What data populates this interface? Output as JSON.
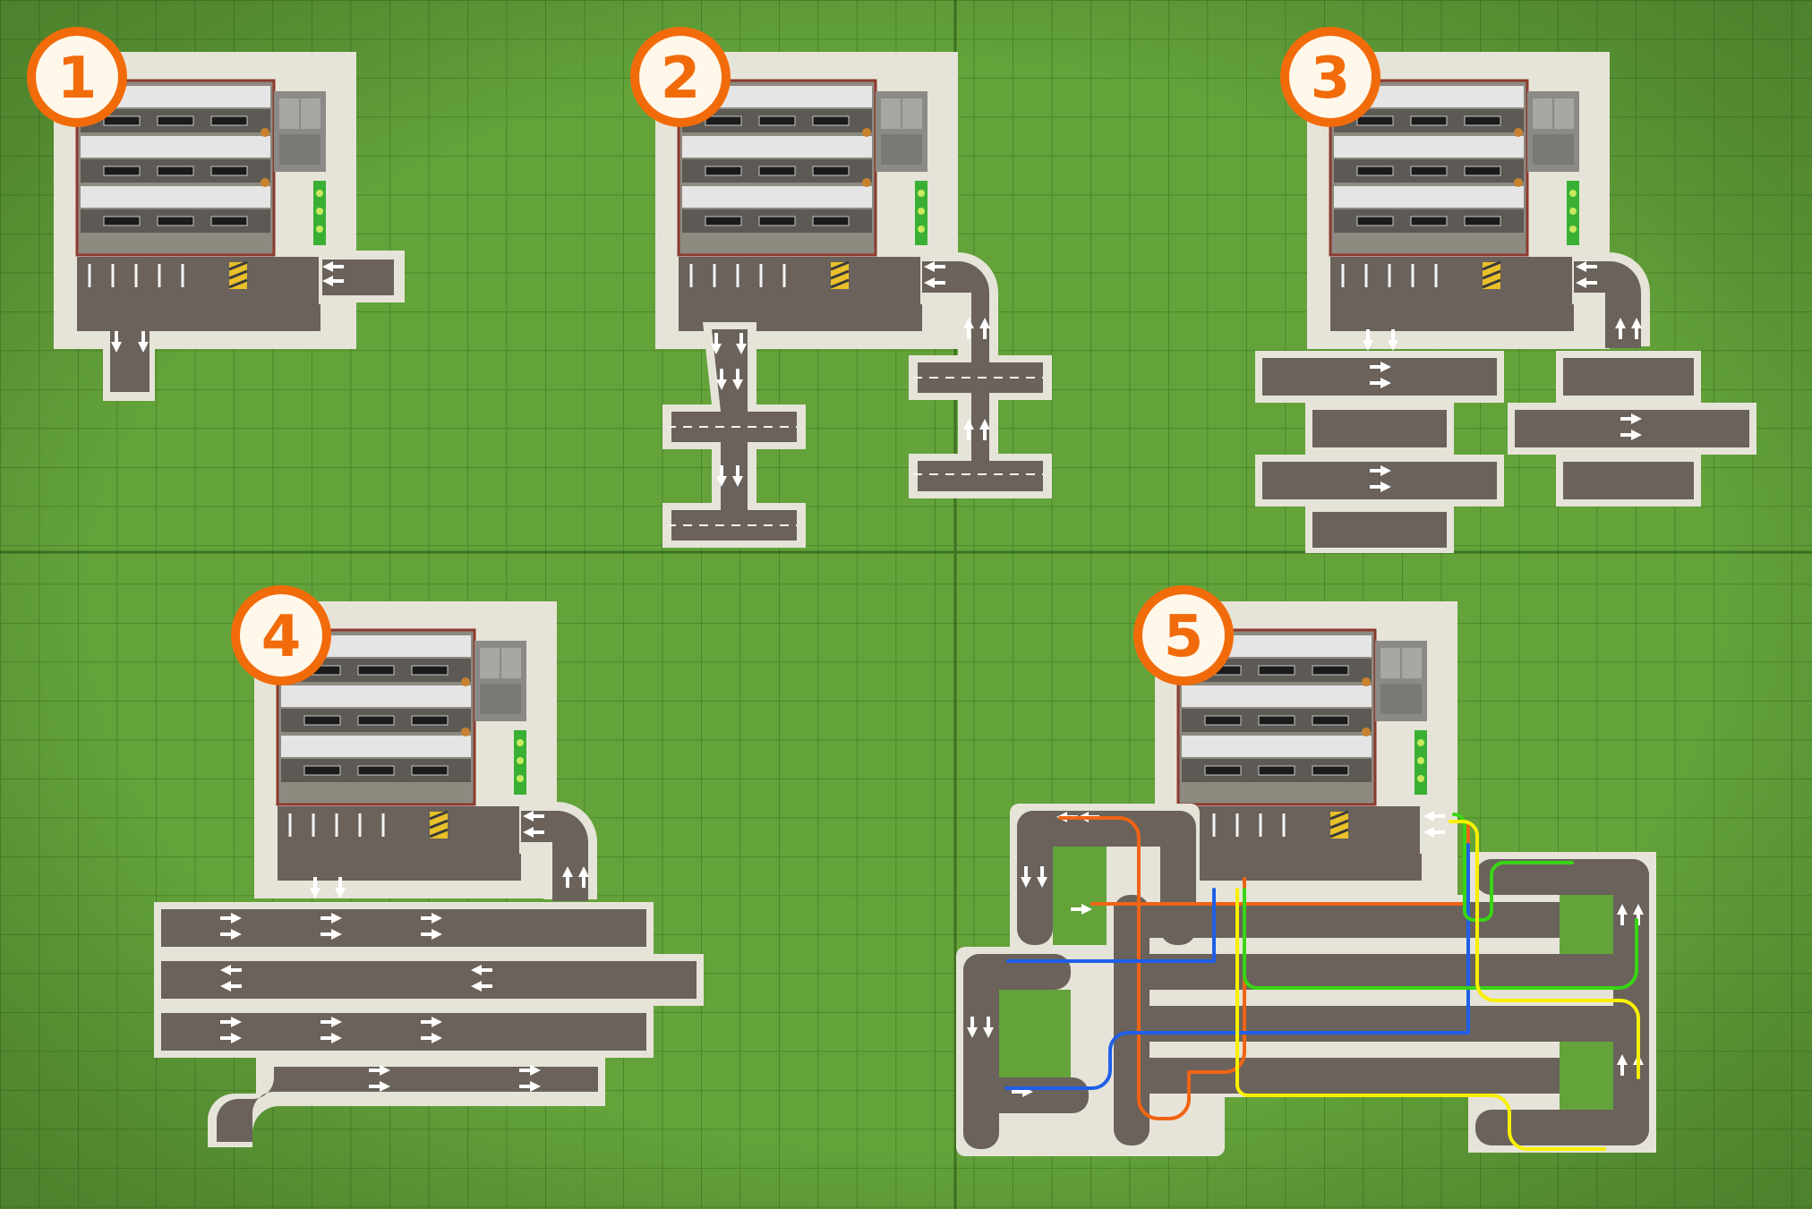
{
  "scene": {
    "title": "",
    "colors": {
      "grass": "#63a33a",
      "grass_dark": "#4f8c2c",
      "grid_line": "#3d7422",
      "grid_major": "#2f5e18",
      "pad": "#e6e4d8",
      "road": "#6a625b",
      "lane_mark": "#f4f4f4",
      "roof": "#d9d9d9",
      "wall": "#8c3a2e",
      "badge_fill": "#fff7ea",
      "badge_ring": "#f26b0a",
      "route_orange": "#f06414",
      "route_blue": "#1f5fe8",
      "route_green": "#38d614",
      "route_yellow": "#f8f000"
    }
  },
  "panels": [
    {
      "id": "1",
      "badge": "1"
    },
    {
      "id": "2",
      "badge": "2"
    },
    {
      "id": "3",
      "badge": "3"
    },
    {
      "id": "4",
      "badge": "4"
    },
    {
      "id": "5",
      "badge": "5"
    }
  ],
  "icons": {
    "building": "warehouse-icon",
    "road_arrow": "lane-arrow-icon",
    "hazard": "hazard-stripe-icon",
    "trees": "tree-strip-icon"
  },
  "routes": [
    {
      "name": "",
      "color": "orange"
    },
    {
      "name": "",
      "color": "blue"
    },
    {
      "name": "",
      "color": "green"
    },
    {
      "name": "",
      "color": "yellow"
    }
  ]
}
